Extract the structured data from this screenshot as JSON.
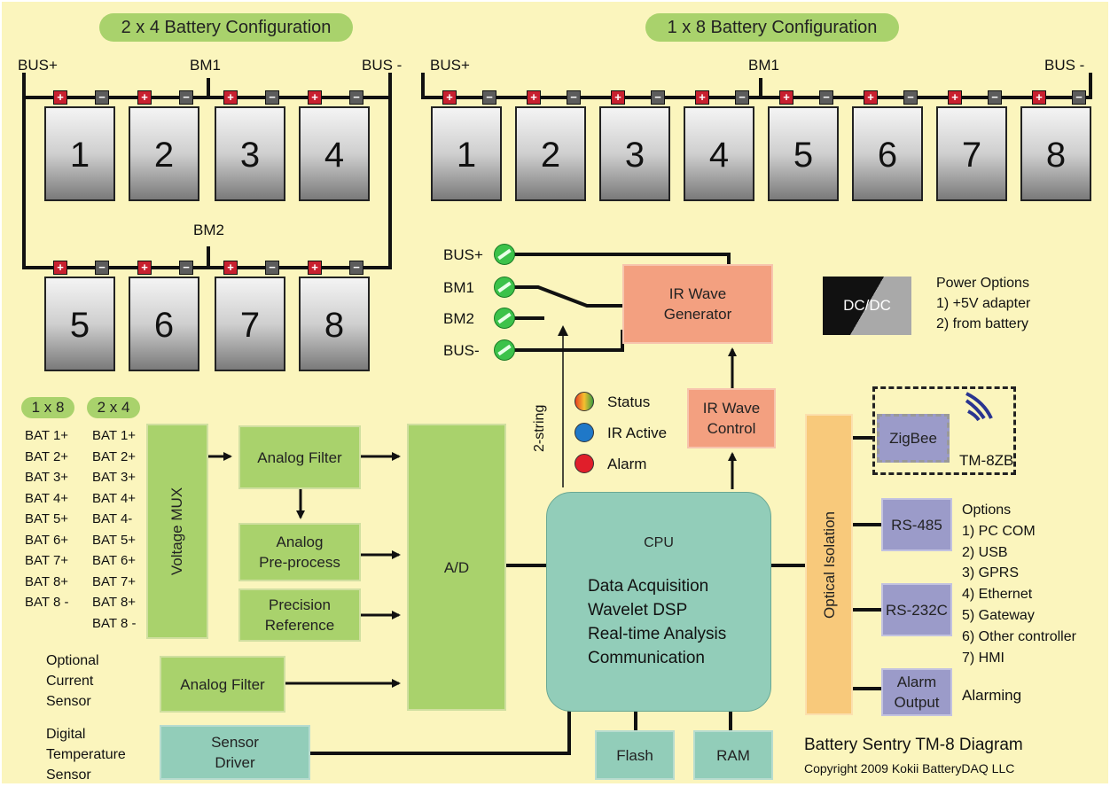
{
  "config_left": {
    "title": "2 x 4 Battery Configuration",
    "bus_plus": "BUS+",
    "bus_minus": "BUS -",
    "bm1": "BM1",
    "bm2": "BM2",
    "batteries": [
      "1",
      "2",
      "3",
      "4",
      "5",
      "6",
      "7",
      "8"
    ]
  },
  "config_right": {
    "title": "1 x 8 Battery Configuration",
    "bus_plus": "BUS+",
    "bus_minus": "BUS -",
    "bm1": "BM1",
    "batteries": [
      "1",
      "2",
      "3",
      "4",
      "5",
      "6",
      "7",
      "8"
    ]
  },
  "terminals": {
    "plus": "+",
    "minus": "−"
  },
  "inputs": {
    "tag_1x8": "1 x 8",
    "tag_2x4": "2 x 4",
    "list_1x8": [
      "BAT 1+",
      "BAT 2+",
      "BAT 3+",
      "BAT 4+",
      "BAT 5+",
      "BAT 6+",
      "BAT 7+",
      "BAT 8+",
      "BAT 8 -"
    ],
    "list_2x4": [
      "BAT 1+",
      "BAT 2+",
      "BAT 3+",
      "BAT 4+",
      "BAT 4-",
      "BAT 5+",
      "BAT 6+",
      "BAT 7+",
      "BAT 8+",
      "BAT 8 -"
    ],
    "current_sensor": "Optional\nCurrent\nSensor",
    "temp_sensor": "Digital\nTemperature\nSensor"
  },
  "blocks": {
    "voltage_mux": "Voltage MUX",
    "analog_filter_1": "Analog Filter",
    "analog_preprocess": "Analog\nPre-process",
    "precision_ref": "Precision\nReference",
    "analog_filter_2": "Analog Filter",
    "ad": "A/D",
    "sensor_driver": "Sensor\nDriver",
    "cpu_title": "CPU",
    "cpu_functions": "Data Acquisition\nWavelet DSP\nReal-time Analysis\nCommunication",
    "flash": "Flash",
    "ram": "RAM",
    "ir_wave_generator": "IR Wave\nGenerator",
    "ir_wave_control": "IR Wave\nControl",
    "optical_isolation": "Optical Isolation",
    "zigbee": "ZigBee",
    "tm8zb": "TM-8ZB",
    "rs485": "RS-485",
    "rs232c": "RS-232C",
    "alarm_output": "Alarm\nOutput",
    "dcdc": "DC/DC"
  },
  "connectors": [
    "BUS+",
    "BM1",
    "BM2",
    "BUS-"
  ],
  "two_string": "2-string",
  "leds": [
    {
      "label": "Status",
      "color": "#f0a020"
    },
    {
      "label": "IR Active",
      "color": "#1f78c8"
    },
    {
      "label": "Alarm",
      "color": "#e01e2a"
    }
  ],
  "power_options": "Power Options\n1) +5V adapter\n2) from battery",
  "comm_options": "Options\n1) PC COM\n2) USB\n3) GPRS\n4) Ethernet\n5) Gateway\n6) Other controller\n7) HMI",
  "alarming": "Alarming",
  "footer": {
    "title": "Battery Sentry TM-8 Diagram",
    "copyright": "Copyright 2009 Kokii BatteryDAQ LLC"
  }
}
